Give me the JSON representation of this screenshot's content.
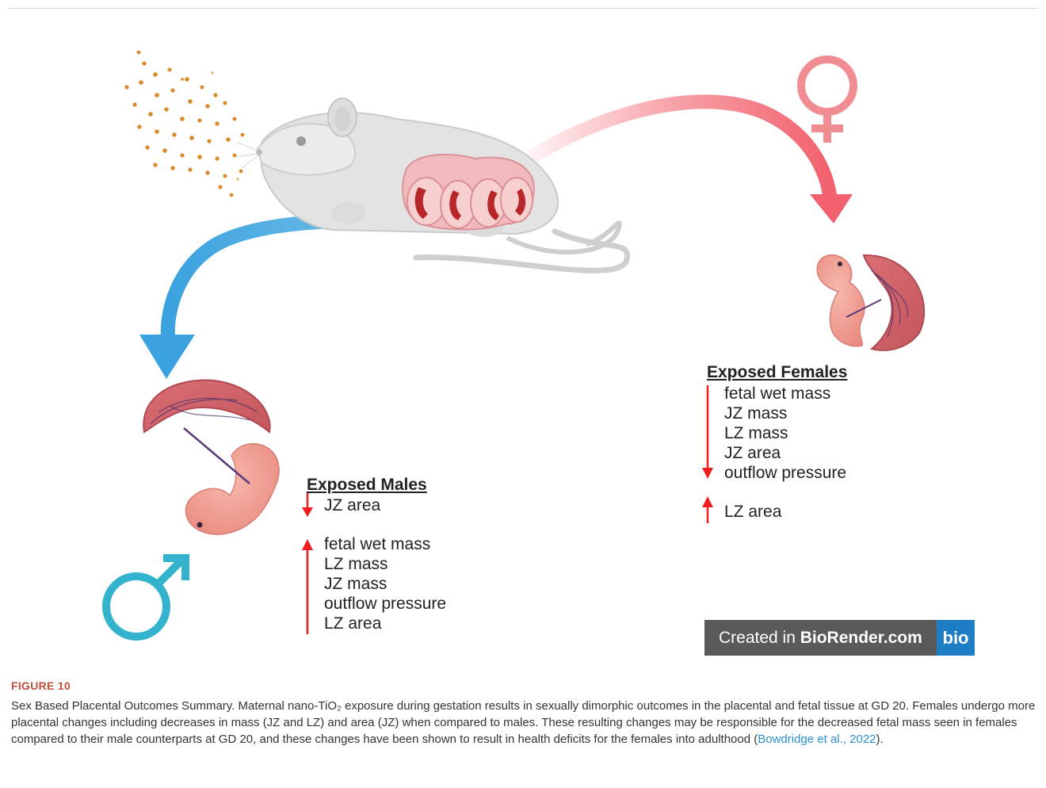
{
  "colors": {
    "male_blue": "#3aa2de",
    "male_symbol": "#34b3cf",
    "female_red": "#f2616d",
    "female_symbol": "#f08d92",
    "arrow_red": "#f01e1e",
    "caption_label": "#c0503b",
    "citation_link": "#2a8fcf",
    "badge_bg": "#5a5a5a",
    "badge_logo_bg": "#1f7dc6"
  },
  "icons": [
    "mouse-icon",
    "nanoparticles-icon",
    "female-symbol-icon",
    "male-symbol-icon",
    "fetus-placenta-icon"
  ],
  "males": {
    "heading": "Exposed Males",
    "decreased": [
      "JZ area"
    ],
    "increased": [
      "fetal wet mass",
      "LZ mass",
      "JZ mass",
      "outflow pressure",
      "LZ area"
    ]
  },
  "females": {
    "heading": "Exposed Females",
    "decreased": [
      "fetal wet mass",
      "JZ mass",
      "LZ mass",
      "JZ area",
      "outflow pressure"
    ],
    "increased": [
      "LZ area"
    ]
  },
  "badge": {
    "prefix": "Created in ",
    "brand": "BioRender.com",
    "logo": "bio"
  },
  "caption": {
    "label": "FIGURE 10",
    "text_before_citation": "Sex Based Placental Outcomes Summary. Maternal nano-TiO₂ exposure during gestation results in sexually dimorphic outcomes in the placental and fetal tissue at GD 20. Females undergo more placental changes including decreases in mass (JZ and LZ) and area (JZ) when compared to males. These resulting changes may be responsible for the decreased fetal mass seen in females compared to their male counterparts at GD 20, and these changes have been shown to result in health deficits for the females into adulthood (",
    "citation": "Bowdridge et al., 2022",
    "text_after_citation": ")."
  }
}
